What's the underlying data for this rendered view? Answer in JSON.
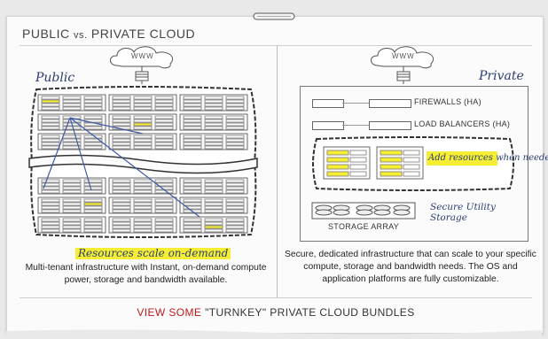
{
  "header": {
    "title_part1": "PUBLIC ",
    "title_vs": "vs.",
    "title_part2": " PRIVATE CLOUD"
  },
  "public": {
    "label": "Public",
    "www": "WWW",
    "scale_label": "Resources scale on-demand",
    "description": "Multi-tenant infrastructure with Instant, on-demand compute power, storage and bandwidth available."
  },
  "private": {
    "label": "Private",
    "www": "WWW",
    "firewalls": "FIREWALLS (HA)",
    "load_balancers": "LOAD BALANCERS (HA)",
    "add_resources": "Add resources when needed",
    "secure_storage": "Secure Utility Storage",
    "storage_array": "STORAGE ARRAY",
    "description": "Secure, dedicated infrastructure that can scale to your specific compute, storage and bandwidth needs. The OS and application platforms are fully customizable."
  },
  "cta": {
    "accent": "VIEW SOME",
    "rest": " \"TURNKEY\" PRIVATE CLOUD BUNDLES"
  },
  "colors": {
    "accent": "#c01a1a",
    "handwriting": "#2b3d73",
    "highlight": "#f6ee35",
    "link_arrow": "#3d5aa8"
  },
  "icons": [
    "paper-clip-icon",
    "cloud-icon",
    "server-rack-icon",
    "disk-icon"
  ]
}
